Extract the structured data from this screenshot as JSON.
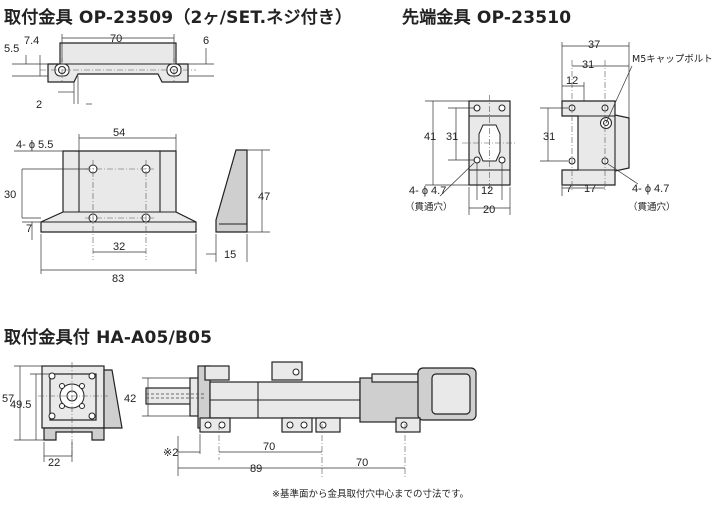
{
  "titles": {
    "op23509": "取付金具 OP-23509（2ヶ/SET.ネジ付き）",
    "op23510": "先端金具 OP-23510",
    "ha_a05": "取付金具付 HA-A05/B05"
  },
  "dims_op23509": {
    "d_5_5": "5.5",
    "d_7_4": "7.4",
    "d_70": "70",
    "d_6": "6",
    "d_2": "2",
    "d_54": "54",
    "d_hole": "4- ϕ 5.5",
    "d_30": "30",
    "d_7": "7",
    "d_32": "32",
    "d_83": "83",
    "d_47": "47",
    "d_15": "15"
  },
  "dims_op23510": {
    "d_37": "37",
    "d_31_top": "31",
    "d_12_top": "12",
    "d_m5": "M5キャップボルト",
    "d_41": "41",
    "d_31_left": "31",
    "d_31_right": "31",
    "d_hole_left": "4- ϕ 4.7",
    "d_thru_left": "（貫通穴）",
    "d_12_bottom": "12",
    "d_20": "20",
    "d_7_bottom": "7",
    "d_17": "17",
    "d_hole_right": "4- ϕ 4.7",
    "d_thru_right": "（貫通穴）"
  },
  "dims_ha_a05": {
    "d_57": "57",
    "d_49_5": "49.5",
    "d_22": "22",
    "d_42": "42",
    "d_star2": "※2",
    "d_70_a": "70",
    "d_89": "89",
    "d_70_b": "70"
  },
  "footnote": "※基準面から金具取付穴中心までの寸法です。"
}
